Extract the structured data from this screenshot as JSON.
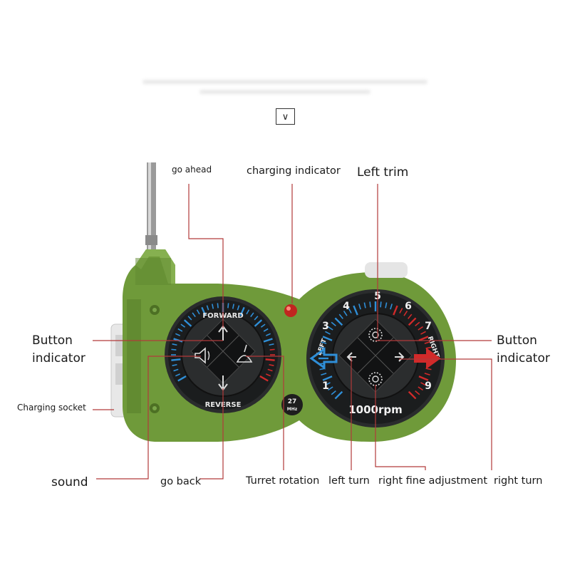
{
  "chevron_glyph": "∨",
  "labels": {
    "go_ahead": "go ahead",
    "charging_indicator": "charging indicator",
    "left_trim": "Left trim",
    "button_indicator_left_1": "Button",
    "button_indicator_left_2": "indicator",
    "button_indicator_right_1": "Button",
    "button_indicator_right_2": "indicator",
    "charging_socket": "Charging socket",
    "sound": "sound",
    "go_back": "go back",
    "turret_rotation": "Turret rotation",
    "left_turn": "left turn",
    "right_fine_adjustment": "right fine adjustment",
    "right_turn": "right turn"
  },
  "device": {
    "forward_text": "FORWARD",
    "reverse_text": "REVERSE",
    "freq_top": "27",
    "freq_bottom": "MHz",
    "dial_numbers": [
      "1",
      "3",
      "4",
      "5",
      "6",
      "7",
      "9"
    ],
    "left_text": "LEFT",
    "right_text": "RIGHT",
    "rpm_text": "1000rpm"
  },
  "colors": {
    "body_green": "#6f9a3a",
    "body_dark_green": "#4f7226",
    "dial_black": "#1b1d1e",
    "tick_blue": "#2f8fd8",
    "tick_red": "#d12a2a",
    "callout_red": "#b23a3a",
    "led_red": "#c0261f"
  }
}
